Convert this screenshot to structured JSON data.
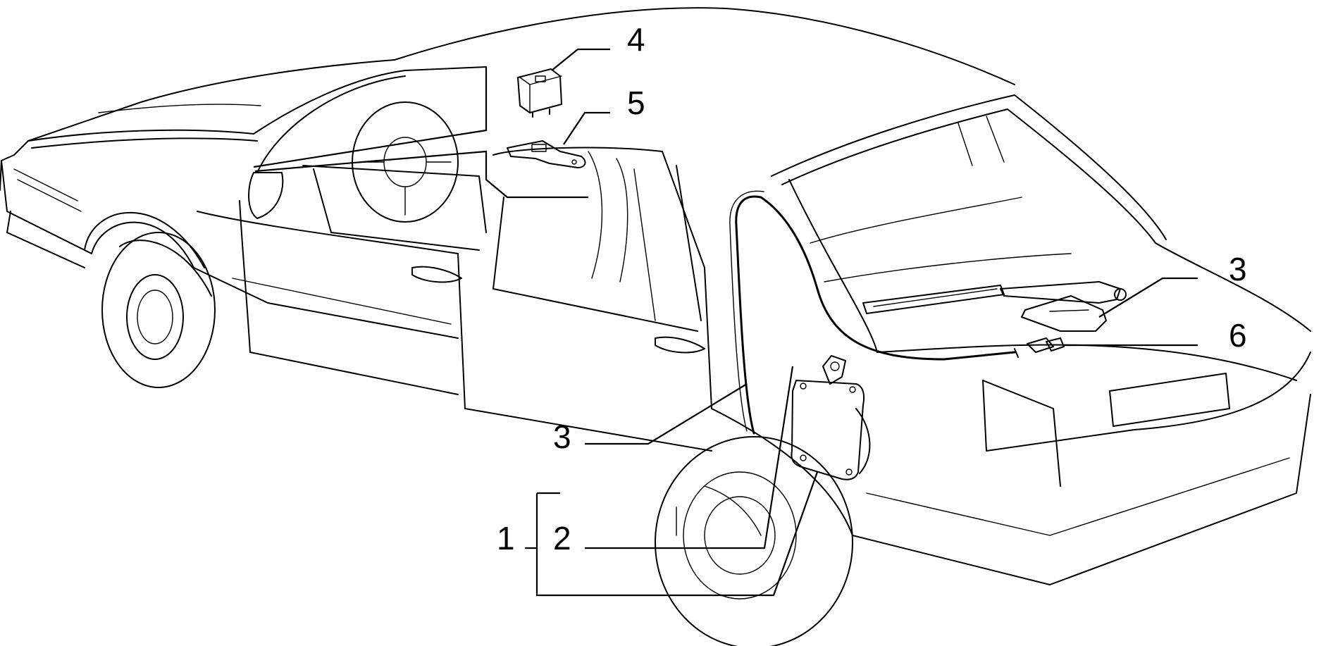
{
  "callouts": {
    "c1": "1",
    "c2": "2",
    "c3_top": "3",
    "c3_mid": "3",
    "c4": "4",
    "c5": "5",
    "c6": "6"
  },
  "colors": {
    "line": "#000000",
    "background": "#ffffff"
  }
}
